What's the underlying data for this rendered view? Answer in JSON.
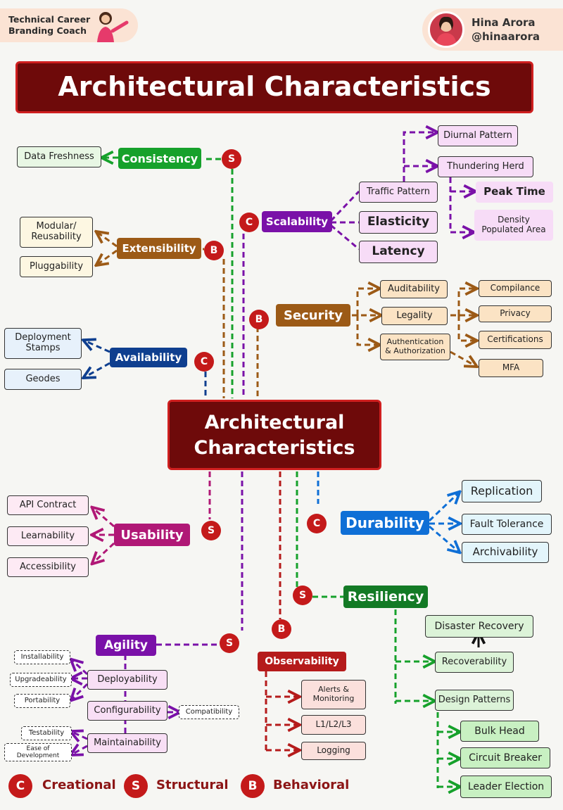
{
  "header": {
    "coach_title": "Technical Career\nBranding Coach",
    "author_name": "Hina Arora",
    "author_handle": "@hinaarora"
  },
  "banner_title": "Architectural Characteristics",
  "center_title": "Architectural\nCharacteristics",
  "colors": {
    "dark_red": "#6e0a0a",
    "badge_red": "#c41a1a",
    "green": "#16a12b",
    "purple": "#7a11a8",
    "brown": "#9c5a16",
    "navy": "#0f3f8f",
    "magenta": "#b01876",
    "blue": "#0f6fd6",
    "resiliency_green": "#137a25",
    "observability_red": "#b51b1b"
  },
  "badge_letters": {
    "c": "C",
    "s": "S",
    "b": "B"
  },
  "consistency": {
    "label": "Consistency",
    "children": [
      "Data Freshness"
    ]
  },
  "scalability": {
    "label": "Scalability",
    "children": [
      "Traffic Pattern",
      "Elasticity",
      "Latency"
    ],
    "traffic_pattern_children": [
      "Diurnal Pattern",
      "Thundering Herd"
    ],
    "thundering_herd_children": [
      "Peak Time",
      "Density\nPopulated Area"
    ]
  },
  "extensibility": {
    "label": "Extensibility",
    "children": [
      "Modular/\nReusability",
      "Pluggability"
    ]
  },
  "security": {
    "label": "Security",
    "children": [
      "Auditability",
      "Legality",
      "Authentication\n& Authorization"
    ],
    "grandchildren": [
      "Compilance",
      "Privacy",
      "Certifications",
      "MFA"
    ]
  },
  "availability": {
    "label": "Availability",
    "children": [
      "Deployment\nStamps",
      "Geodes"
    ]
  },
  "usability": {
    "label": "Usability",
    "children": [
      "API Contract",
      "Learnability",
      "Accessibility"
    ]
  },
  "durability": {
    "label": "Durability",
    "children": [
      "Replication",
      "Fault Tolerance",
      "Archivability"
    ]
  },
  "resiliency": {
    "label": "Resiliency",
    "children": [
      "Recoverability",
      "Design Patterns"
    ],
    "recoverability_child": "Disaster Recovery",
    "design_pattern_children": [
      "Bulk Head",
      "Circuit Breaker",
      "Leader Election"
    ]
  },
  "observability": {
    "label": "Observability",
    "children": [
      "Alerts &\nMonitoring",
      "L1/L2/L3",
      "Logging"
    ]
  },
  "agility": {
    "label": "Agility",
    "children": [
      "Deployability",
      "Configurability",
      "Maintainability"
    ],
    "deployability_children": [
      "Installability",
      "Upgradeability",
      "Portability"
    ],
    "configurability_children": [
      "Compatibility"
    ],
    "maintainability_children": [
      "Testability",
      "Ease of\nDevelopment"
    ]
  },
  "legend": [
    "Creational",
    "Structural",
    "Behavioral"
  ]
}
